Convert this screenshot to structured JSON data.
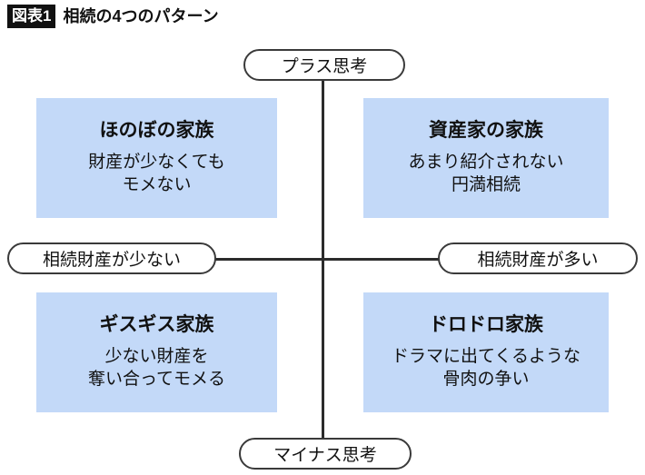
{
  "header": {
    "badge": "図表1",
    "title": "相続の4つのパターン"
  },
  "colors": {
    "quadrant_fill": "#c3d9f8",
    "axis": "#2b2b2b",
    "badge_bg": "#111111",
    "text": "#111111"
  },
  "axes": {
    "vertical": {
      "top_label": "プラス思考",
      "bottom_label": "マイナス思考"
    },
    "horizontal": {
      "left_label": "相続財産が少ない",
      "right_label": "相続財産が多い"
    }
  },
  "quadrants": {
    "top_left": {
      "title": "ほのぼの家族",
      "description": "財産が少なくても\nモメない"
    },
    "top_right": {
      "title": "資産家の家族",
      "description": "あまり紹介されない\n円満相続"
    },
    "bottom_left": {
      "title": "ギスギス家族",
      "description": "少ない財産を\n奪い合ってモメる"
    },
    "bottom_right": {
      "title": "ドロドロ家族",
      "description": "ドラマに出てくるような\n骨肉の争い"
    }
  }
}
